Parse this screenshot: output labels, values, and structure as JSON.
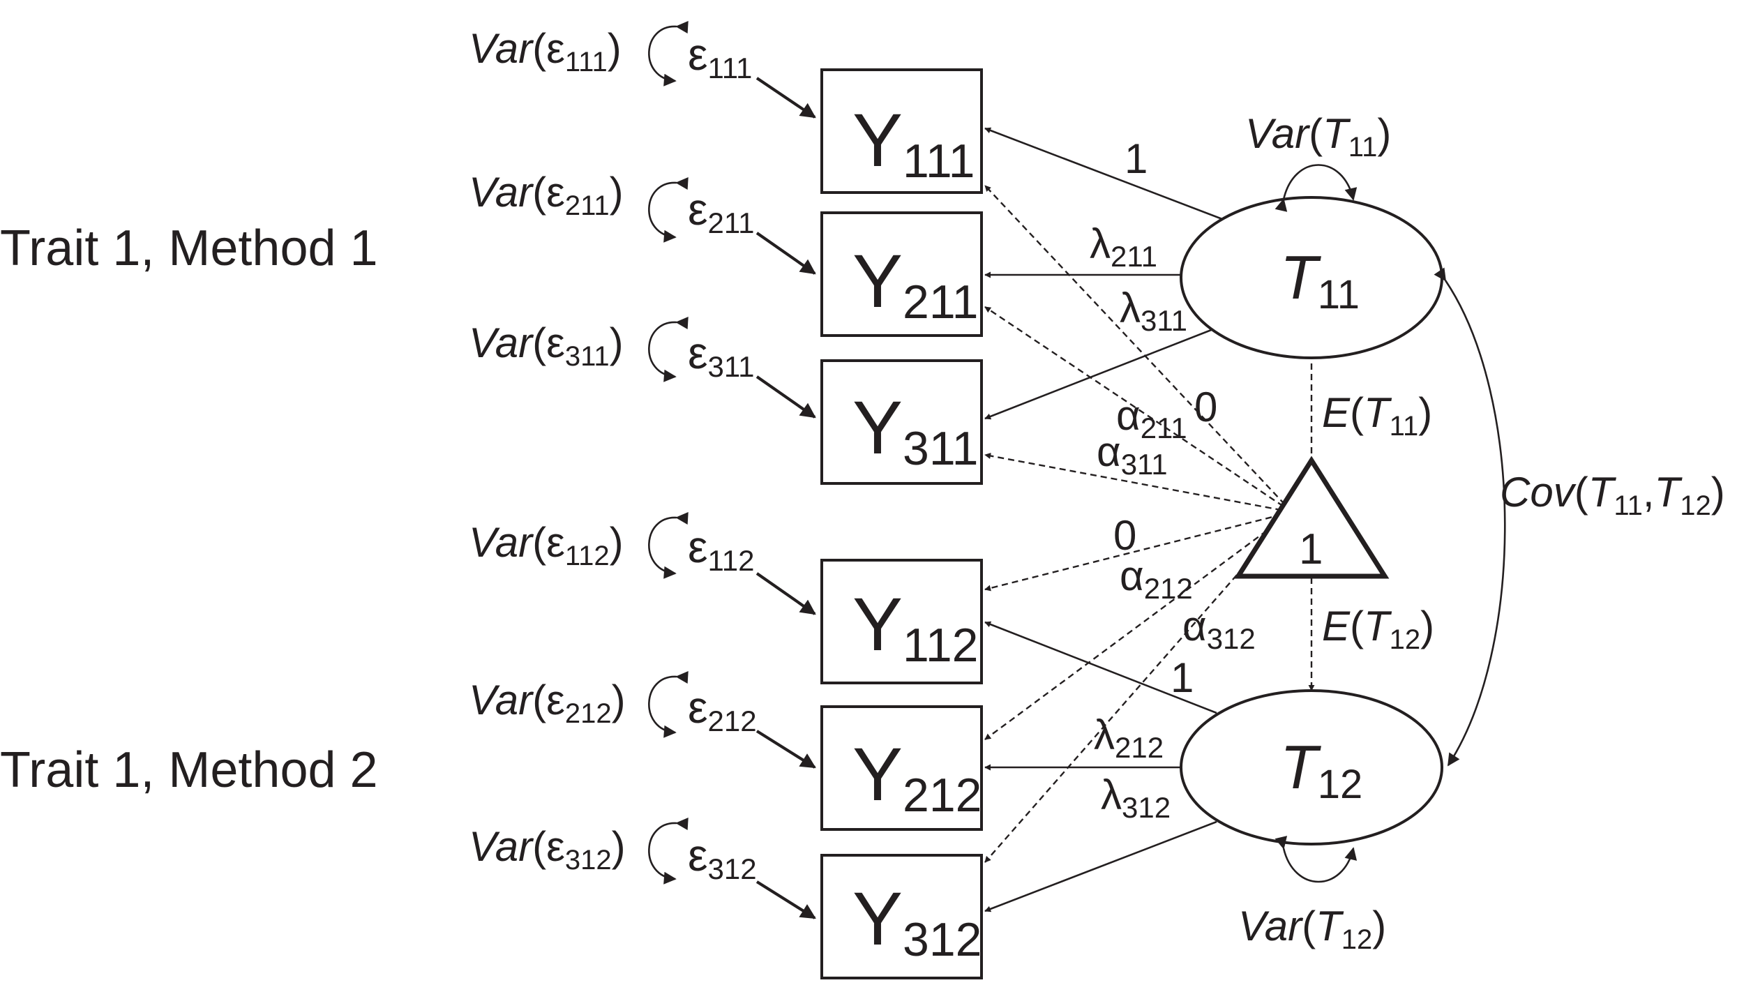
{
  "groups": {
    "method1": "Trait 1, Method 1",
    "method2": "Trait 1, Method 2"
  },
  "indicators": [
    {
      "name": "Y",
      "sub": "111",
      "var_pre": "Var",
      "var_open": "(ε",
      "var_close": ")",
      "eps": "ε",
      "eps_sub": "111"
    },
    {
      "name": "Y",
      "sub": "211",
      "var_pre": "Var",
      "var_open": "(ε",
      "var_close": ")",
      "eps": "ε",
      "eps_sub": "211"
    },
    {
      "name": "Y",
      "sub": "311",
      "var_pre": "Var",
      "var_open": "(ε",
      "var_close": ")",
      "eps": "ε",
      "eps_sub": "311"
    },
    {
      "name": "Y",
      "sub": "112",
      "var_pre": "Var",
      "var_open": "(ε",
      "var_close": ")",
      "eps": "ε",
      "eps_sub": "112"
    },
    {
      "name": "Y",
      "sub": "212",
      "var_pre": "Var",
      "var_open": "(ε",
      "var_close": ")",
      "eps": "ε",
      "eps_sub": "212"
    },
    {
      "name": "Y",
      "sub": "312",
      "var_pre": "Var",
      "var_open": "(ε",
      "var_close": ")",
      "eps": "ε",
      "eps_sub": "312"
    }
  ],
  "latents": {
    "t11": {
      "name": "T",
      "sub": "11",
      "var_pre": "Var",
      "var_open": "(",
      "var_name": "T",
      "var_sub": "11",
      "var_close": ")"
    },
    "t12": {
      "name": "T",
      "sub": "12",
      "var_pre": "Var",
      "var_open": "(",
      "var_name": "T",
      "var_sub": "12",
      "var_close": ")"
    }
  },
  "constant": {
    "label": "1"
  },
  "expectations": {
    "t11": {
      "pre": "E",
      "open": "(",
      "name": "T",
      "sub": "11",
      "close": ")"
    },
    "t12": {
      "pre": "E",
      "open": "(",
      "name": "T",
      "sub": "12",
      "close": ")"
    }
  },
  "covariance": {
    "pre": "Cov",
    "open": "(",
    "a": "T",
    "a_sub": "11",
    "comma": ",",
    "b": "T",
    "b_sub": "12",
    "close": ")"
  },
  "loadings": {
    "l111": "1",
    "l211": {
      "sym": "λ",
      "sub": "211"
    },
    "l311": {
      "sym": "λ",
      "sub": "311"
    },
    "l112": "1",
    "l212": {
      "sym": "λ",
      "sub": "212"
    },
    "l312": {
      "sym": "λ",
      "sub": "312"
    }
  },
  "intercepts": {
    "a111": "0",
    "a211": {
      "sym": "α",
      "sub": "211"
    },
    "a311": {
      "sym": "α",
      "sub": "311"
    },
    "a112": "0",
    "a212": {
      "sym": "α",
      "sub": "212"
    },
    "a312": {
      "sym": "α",
      "sub": "312"
    }
  }
}
